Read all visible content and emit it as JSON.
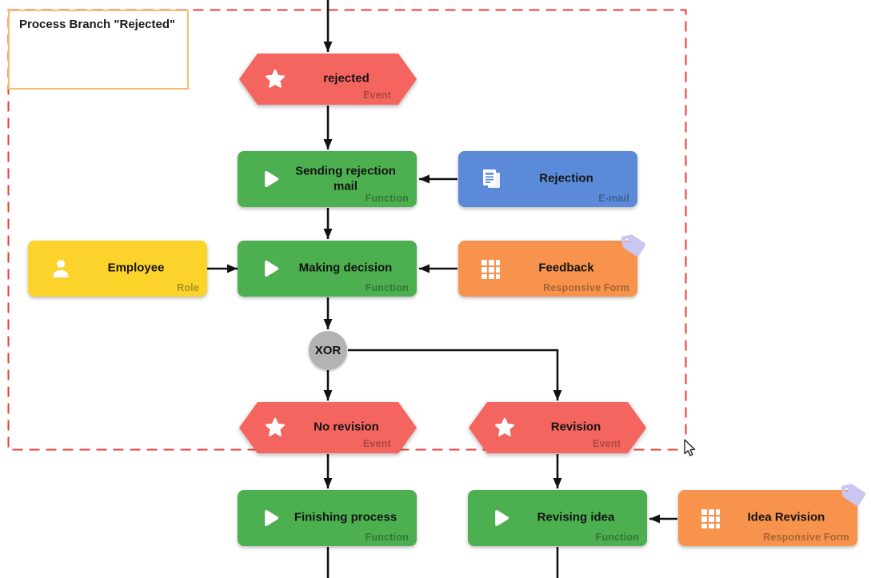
{
  "branch_label": "Process Branch \"Rejected\"",
  "nodes": {
    "rejected": {
      "label": "rejected",
      "type": "Event"
    },
    "sending_rejection_mail": {
      "label": "Sending rejection mail",
      "type": "Function"
    },
    "rejection": {
      "label": "Rejection",
      "type": "E-mail"
    },
    "employee": {
      "label": "Employee",
      "type": "Role"
    },
    "making_decision": {
      "label": "Making decision",
      "type": "Function"
    },
    "feedback": {
      "label": "Feedback",
      "type": "Responsive Form"
    },
    "xor": {
      "label": "XOR"
    },
    "no_revision": {
      "label": "No revision",
      "type": "Event"
    },
    "revision": {
      "label": "Revision",
      "type": "Event"
    },
    "finishing_process": {
      "label": "Finishing process",
      "type": "Function"
    },
    "revising_idea": {
      "label": "Revising idea",
      "type": "Function"
    },
    "idea_revision": {
      "label": "Idea Revision",
      "type": "Responsive Form"
    }
  },
  "colors": {
    "event": "#f4655f",
    "function": "#4caf50",
    "email": "#5b8bd8",
    "role": "#fbd32b",
    "responsive_form": "#f7934d",
    "xor_connector": "#b3b3b3",
    "tag": "#cac6f2",
    "selection_frame": "#ee3b33",
    "branch_box_border": "#f3bd6b",
    "edge": "#111111"
  }
}
